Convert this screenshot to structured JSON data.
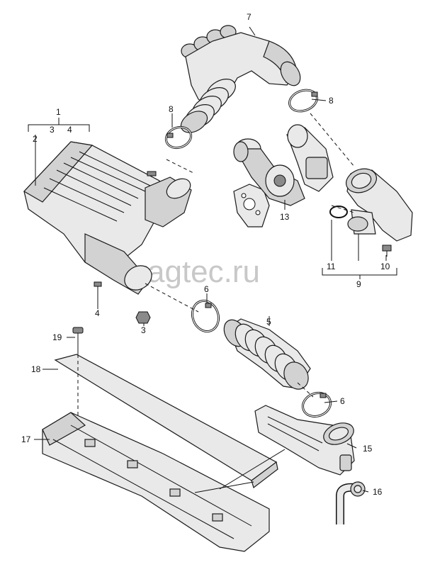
{
  "watermark": "vagtec.ru",
  "callouts": {
    "c1": "1",
    "c2": "2",
    "c3": "3",
    "c4": "4",
    "c4b": "4",
    "c3b": "3",
    "c5": "5",
    "c6a": "6",
    "c6b": "6",
    "c7": "7",
    "c8a": "8",
    "c8b": "8",
    "c9": "9",
    "c10": "10",
    "c11": "11",
    "c13": "13",
    "c15": "15",
    "c16": "16",
    "c17": "17",
    "c18": "18",
    "c19": "19"
  }
}
